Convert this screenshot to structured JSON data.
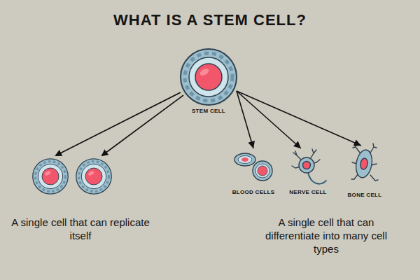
{
  "diagram": {
    "title": "WHAT IS A STEM CELL?",
    "nodes": [
      {
        "text": [
          "STEM CELL"
        ]
      },
      {
        "text": [
          "BLOOD CELLS"
        ]
      },
      {
        "text": [
          "NERVE CELL"
        ]
      },
      {
        "text": [
          "BONE CELL"
        ]
      }
    ],
    "edges": [
      {
        "from": 0,
        "to": 1,
        "arrow": "to"
      },
      {
        "from": 0,
        "to": 2,
        "arrow": "to"
      },
      {
        "from": 0,
        "to": 3,
        "arrow": "to"
      }
    ],
    "labels": [
      "A single cell that can replicate itself",
      "A single cell that can differentiate into many cell types"
    ]
  }
}
